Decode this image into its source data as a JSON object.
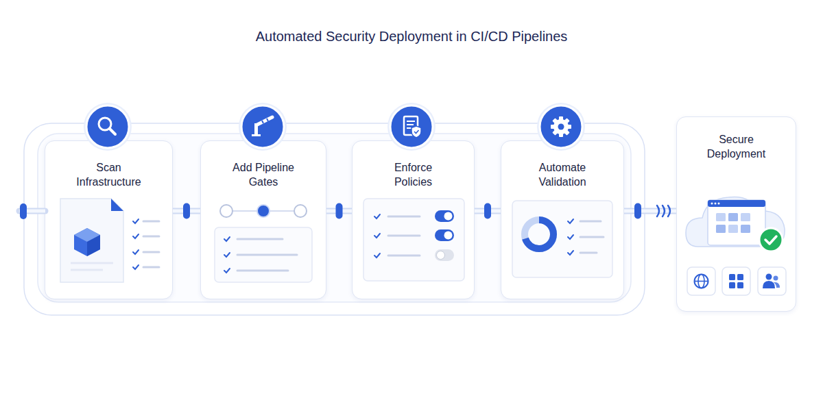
{
  "diagram": {
    "title": "Automated Security Deployment in CI/CD Pipelines",
    "nodes": [
      {
        "text": [
          "Scan Infrastructure"
        ]
      },
      {
        "text": [
          "Add Pipeline Gates"
        ]
      },
      {
        "text": [
          "Enforce Policies"
        ]
      },
      {
        "text": [
          "Automate Validation"
        ]
      },
      {
        "text": [
          "Secure Deployment"
        ]
      }
    ],
    "edges": [
      {
        "from": 0,
        "to": 1,
        "arrow": "none"
      },
      {
        "from": 1,
        "to": 2,
        "arrow": "none"
      },
      {
        "from": 2,
        "to": 3,
        "arrow": "none"
      },
      {
        "from": 3,
        "to": 4,
        "arrow": "none"
      }
    ]
  }
}
